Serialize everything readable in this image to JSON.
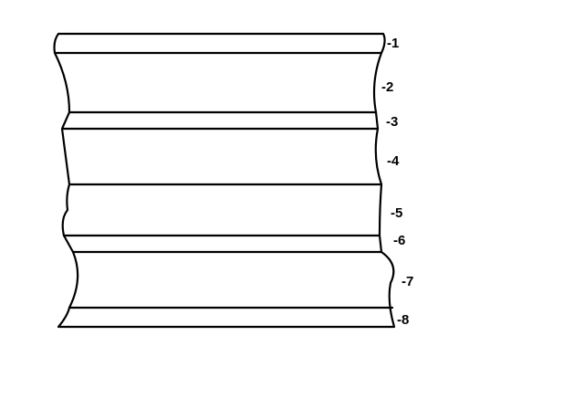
{
  "layers": [
    {
      "label": "-1"
    },
    {
      "label": "-2"
    },
    {
      "label": "-3"
    },
    {
      "label": "-4"
    },
    {
      "label": "-5"
    },
    {
      "label": "-6"
    },
    {
      "label": "-7"
    },
    {
      "label": "-8"
    }
  ],
  "colors": {
    "line": "#000000",
    "background": "#ffffff"
  }
}
